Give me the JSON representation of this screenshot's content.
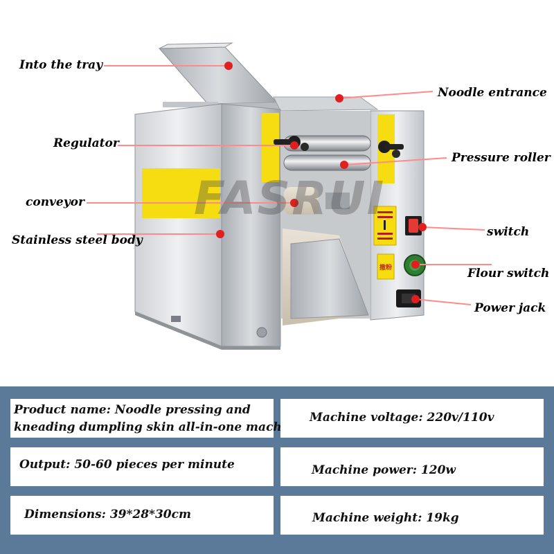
{
  "brand_watermark": "FASRUI",
  "labels": {
    "into_tray": "Into the tray",
    "noodle_entrance": "Noodle entrance",
    "regulator": "Regulator",
    "pressure_roller": "Pressure roller",
    "conveyor": "conveyor",
    "switch": "switch",
    "body": "Stainless steel body",
    "flour_switch": "Flour switch",
    "power_jack": "Power jack"
  },
  "panel_text": {
    "flour": "撒粉"
  },
  "specs": {
    "product_name_line1": "Product name: Noodle pressing and",
    "product_name_line2": "kneading dumpling skin all-in-one machine",
    "voltage": "Machine voltage: 220v/110v",
    "output": "Output: 50-60 pieces per minute",
    "power": "Machine power: 120w",
    "dimensions": "Dimensions: 39*28*30cm",
    "weight": "Machine weight: 19kg"
  },
  "colors": {
    "accent_red": "#e02020",
    "spec_band": "#5b7a99",
    "panel_yellow": "#f6dd12"
  }
}
